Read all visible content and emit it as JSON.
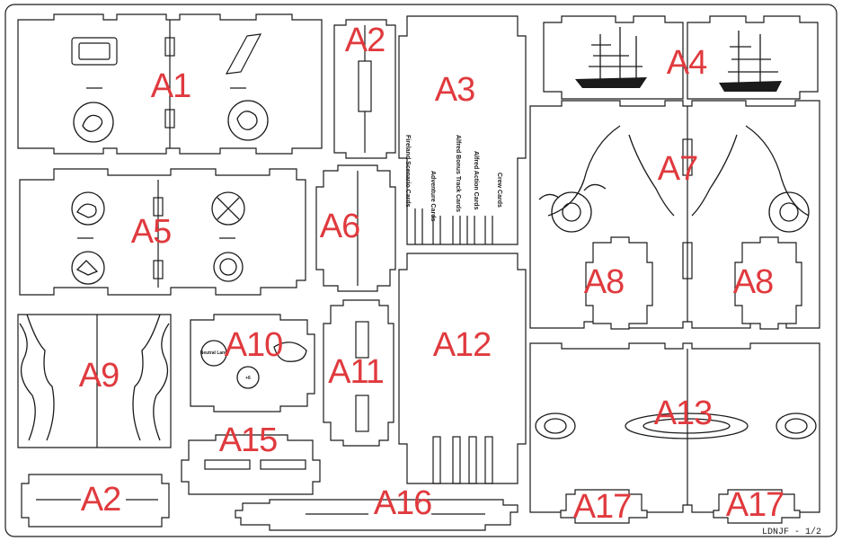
{
  "sheet": {
    "footer": "LDNJF - 1/2"
  },
  "parts": {
    "a1": "A1",
    "a2_top": "A2",
    "a2_bottom": "A2",
    "a3": "A3",
    "a4": "A4",
    "a5": "A5",
    "a6": "A6",
    "a7": "A7",
    "a8_left": "A8",
    "a8_right": "A8",
    "a9": "A9",
    "a10": "A10",
    "a11": "A11",
    "a12": "A12",
    "a13": "A13",
    "a15": "A15",
    "a16": "A16",
    "a17_left": "A17",
    "a17_right": "A17"
  },
  "a3_slots": [
    "Fireland Scenario Cards",
    "Adventure Cards",
    "Alfred Bonus Track Cards",
    "Alfred Action Cards",
    "Crew Cards"
  ],
  "a10_icons": {
    "neutral": "Neutral Land",
    "plus": "+6"
  }
}
